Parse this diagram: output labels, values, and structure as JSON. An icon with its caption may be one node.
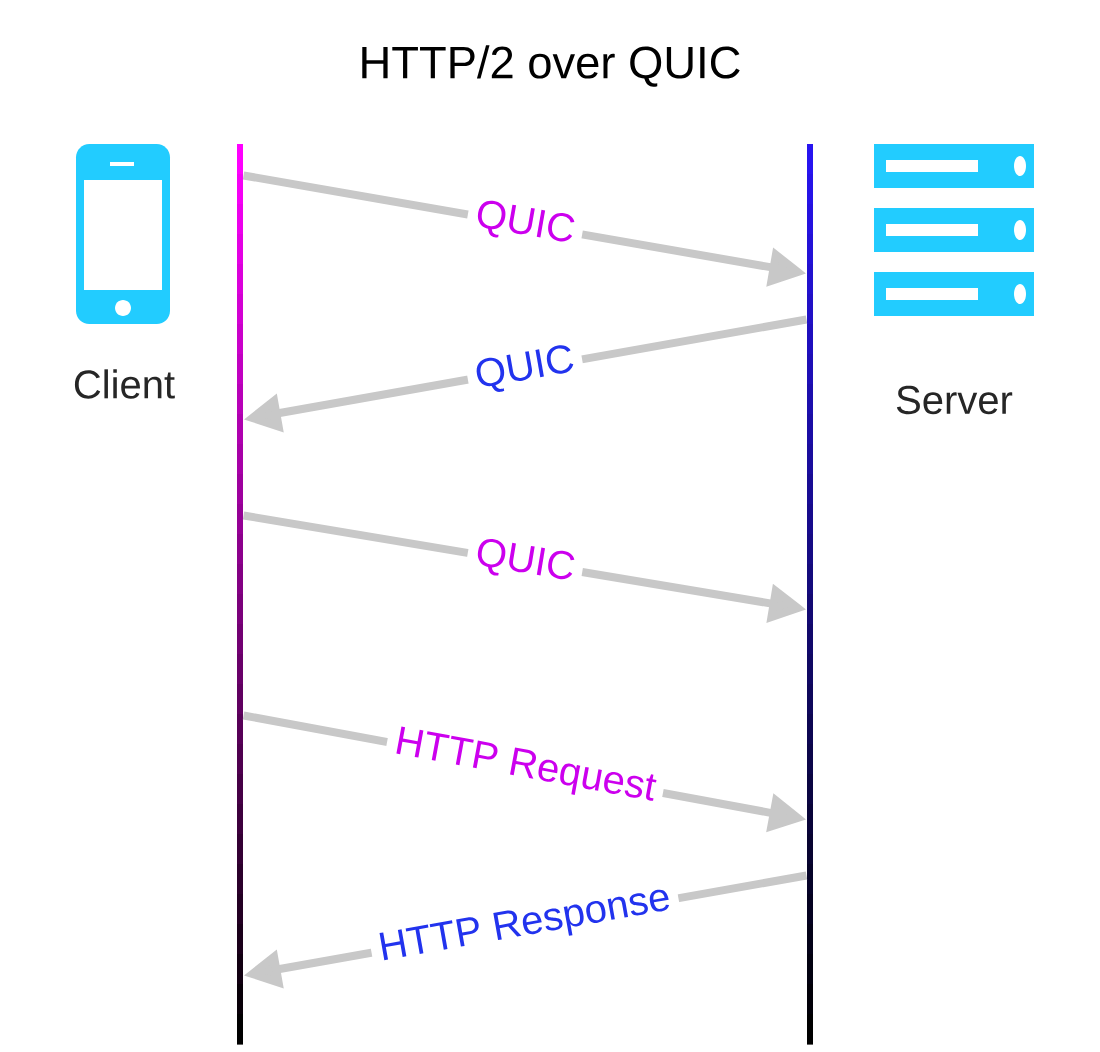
{
  "diagram": {
    "title": "HTTP/2 over QUIC",
    "nodes": [
      {
        "text": [],
        "shape": "line",
        "beside": [
          "Client"
        ]
      },
      {
        "text": [],
        "shape": "line",
        "beside": [
          "Server"
        ]
      }
    ],
    "edges": [
      {
        "from": 0,
        "to": 1,
        "arrow": "to",
        "label": "QUIC"
      },
      {
        "from": 1,
        "to": 0,
        "arrow": "to",
        "label": "QUIC"
      },
      {
        "from": 0,
        "to": 1,
        "arrow": "to",
        "label": "QUIC"
      },
      {
        "from": 0,
        "to": 1,
        "arrow": "to",
        "label": "HTTP Request"
      },
      {
        "from": 1,
        "to": 0,
        "arrow": "to",
        "label": "HTTP Response"
      }
    ]
  }
}
